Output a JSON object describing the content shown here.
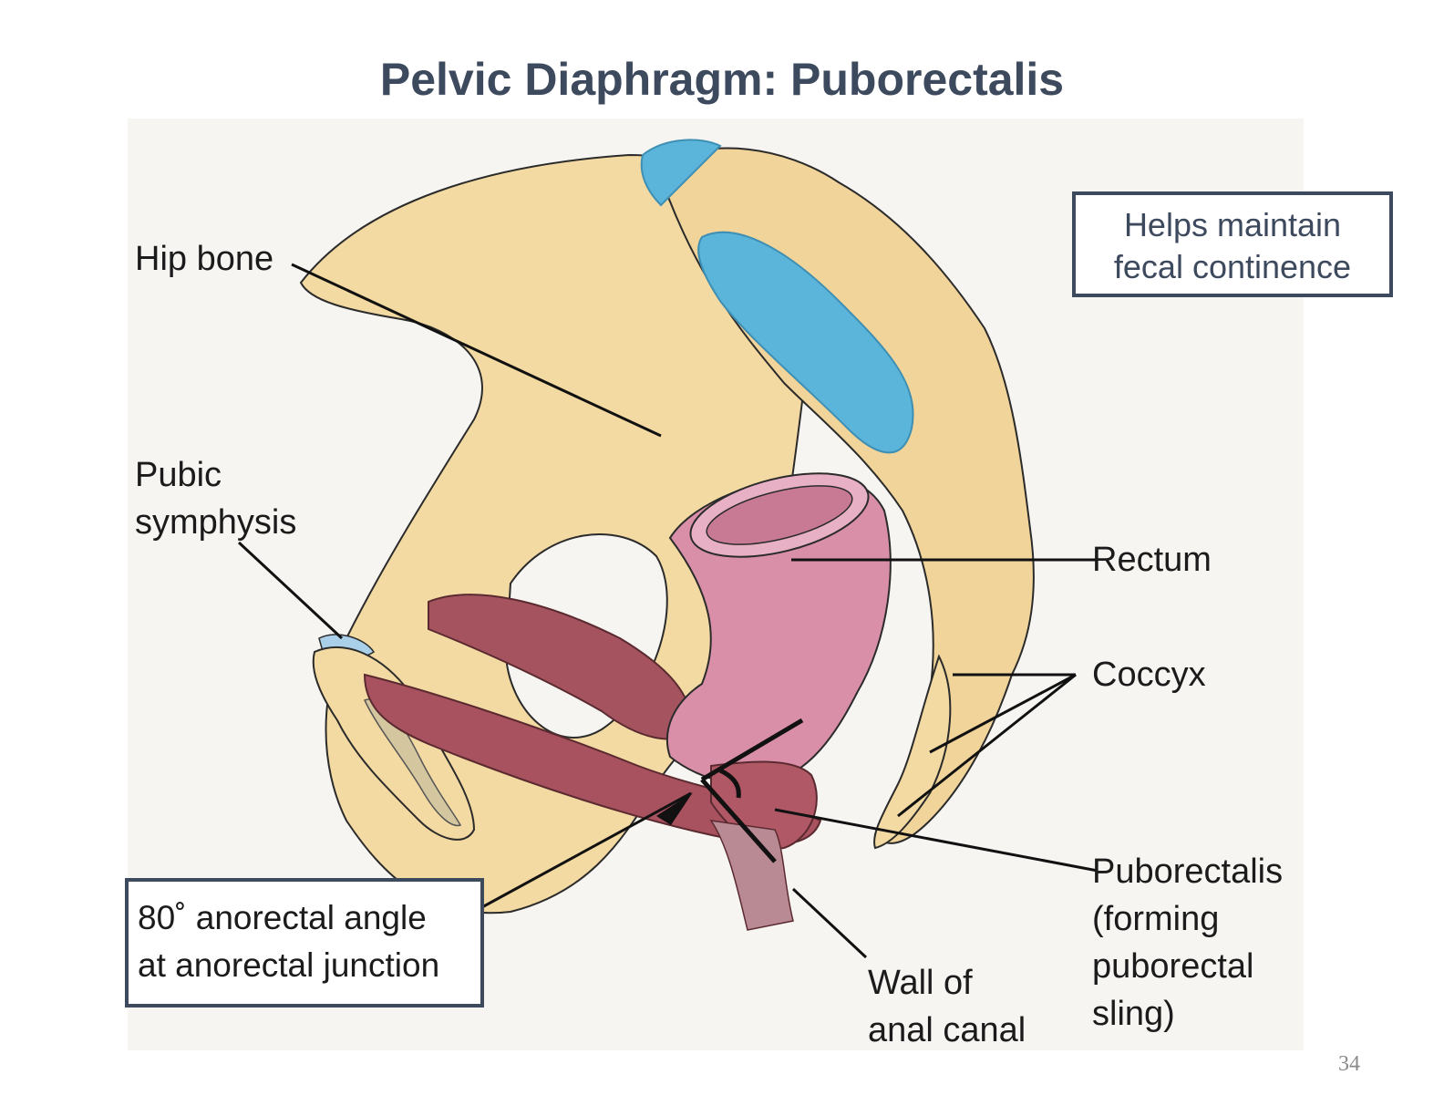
{
  "slide": {
    "title": "Pelvic Diaphragm: Puborectalis",
    "page_number": "34"
  },
  "callouts": {
    "note": "Helps maintain\nfecal continence",
    "angle": "80˚ anorectal angle\nat anorectal junction"
  },
  "labels": {
    "hip_bone": "Hip bone",
    "pubic_symphysis": "Pubic\nsymphysis",
    "rectum": "Rectum",
    "coccyx": "Coccyx",
    "puborectalis": "Puborectalis\n(forming\npuborectal\nsling)",
    "wall_anal_canal": "Wall of\nanal canal"
  },
  "colors": {
    "bone": "#f3d9a2",
    "cartilage": "#5bb5da",
    "muscle": "#a5545f",
    "rectum": "#d98fa8",
    "title": "#3d4a5e"
  }
}
